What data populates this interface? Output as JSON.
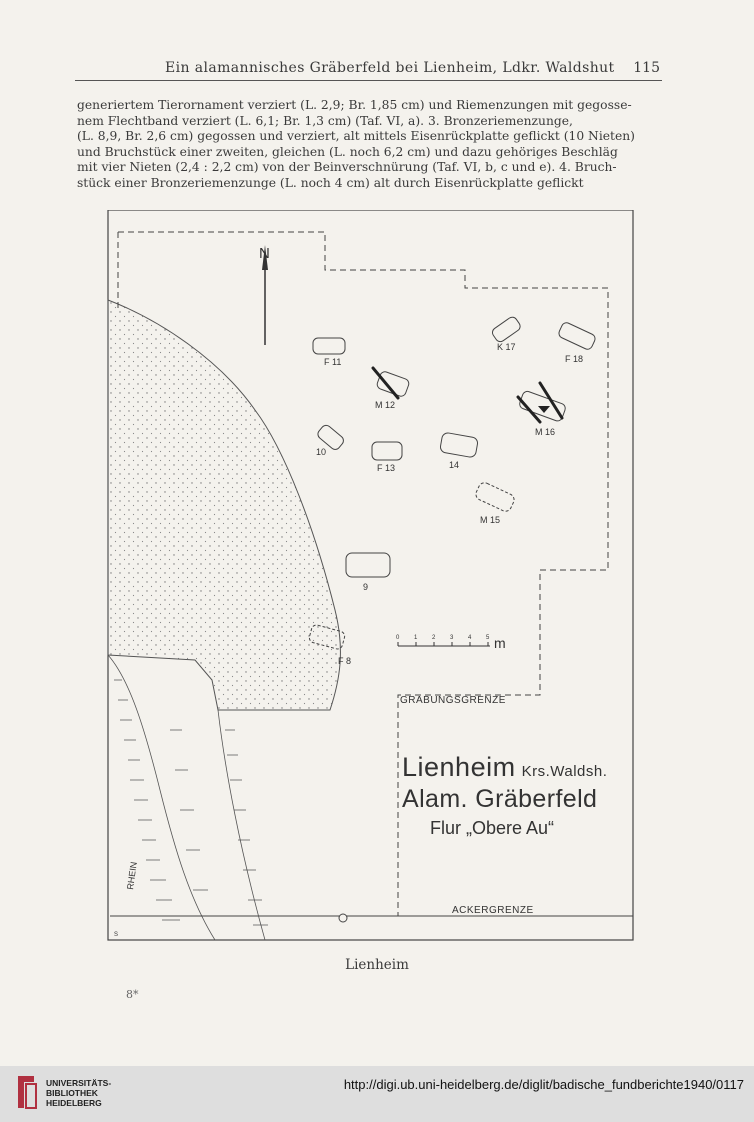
{
  "header": {
    "title": "Ein alamannisches Gräberfeld bei Lienheim, Ldkr. Waldshut",
    "page_number": "115"
  },
  "body_lines": [
    "generiertem Tierornament verziert (L. 2,9; Br. 1,85 cm) und Riemenzungen mit gegosse-",
    "nem Flechtband verziert (L. 6,1; Br. 1,3 cm) (Taf. VI, a). 3. Bronzeriemenzunge,",
    "(L. 8,9, Br. 2,6 cm) gegossen und verziert, alt mittels Eisenrückplatte geflickt (10 Nieten)",
    "und Bruchstück einer zweiten, gleichen (L. noch 6,2 cm) und dazu gehöriges Beschläg",
    "mit vier Nieten (2,4 : 2,2 cm) von der Beinverschnürung (Taf. VI, b, c und e). 4. Bruch-",
    "stück einer Bronzeriemenzunge (L. noch 4 cm) alt durch Eisenrückplatte geflickt"
  ],
  "map": {
    "north": "N",
    "graves": {
      "f11": "F 11",
      "k17": "K 17",
      "f18": "F 18",
      "m12": "M 12",
      "m16": "M 16",
      "g10": "10",
      "f13": "F 13",
      "g14": "14",
      "m15": "M 15",
      "g9": "9",
      "f8": "F 8"
    },
    "scale": {
      "ticks": [
        "0",
        "1",
        "2",
        "3",
        "4",
        "5"
      ],
      "unit": "m"
    },
    "grabungsgrenze": "GRABUNGSGRENZE",
    "ackergrenze": "ACKERGRENZE",
    "rhein": "RHEIN",
    "corner_mark": "S",
    "title_line1_main": "Lienheim",
    "title_line1_small": "Krs.Waldsh.",
    "title_line2": "Alam. Gräberfeld",
    "title_line3": "Flur „Obere Au“"
  },
  "caption": "Lienheim",
  "signature": "8*",
  "footer": {
    "library_lines": [
      "UNIVERSITÄTS-",
      "BIBLIOTHEK",
      "HEIDELBERG"
    ],
    "url": "http://digi.ub.uni-heidelberg.de/diglit/badische_fundberichte1940/0117"
  }
}
